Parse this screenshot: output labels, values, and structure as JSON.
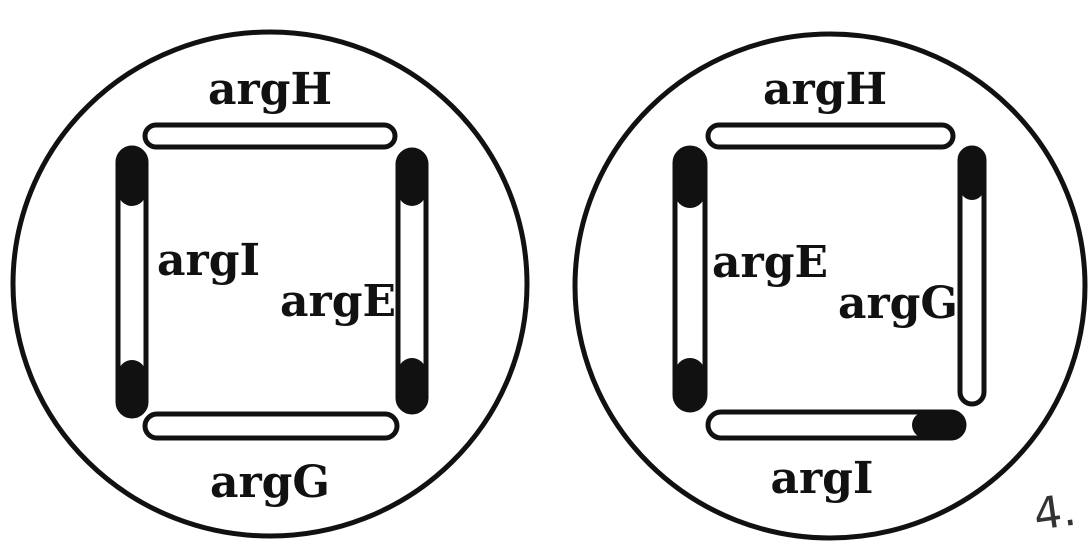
{
  "plates": [
    {
      "id": "plate-1",
      "labels": {
        "top": "argH",
        "left": "argI",
        "right": "argE",
        "bottom": "argG"
      }
    },
    {
      "id": "plate-2",
      "labels": {
        "top": "argH",
        "left": "argE",
        "right": "argG",
        "bottom": "argI"
      }
    }
  ],
  "colors": {
    "ink": "#111111",
    "background": "#ffffff"
  },
  "annotation": "4."
}
